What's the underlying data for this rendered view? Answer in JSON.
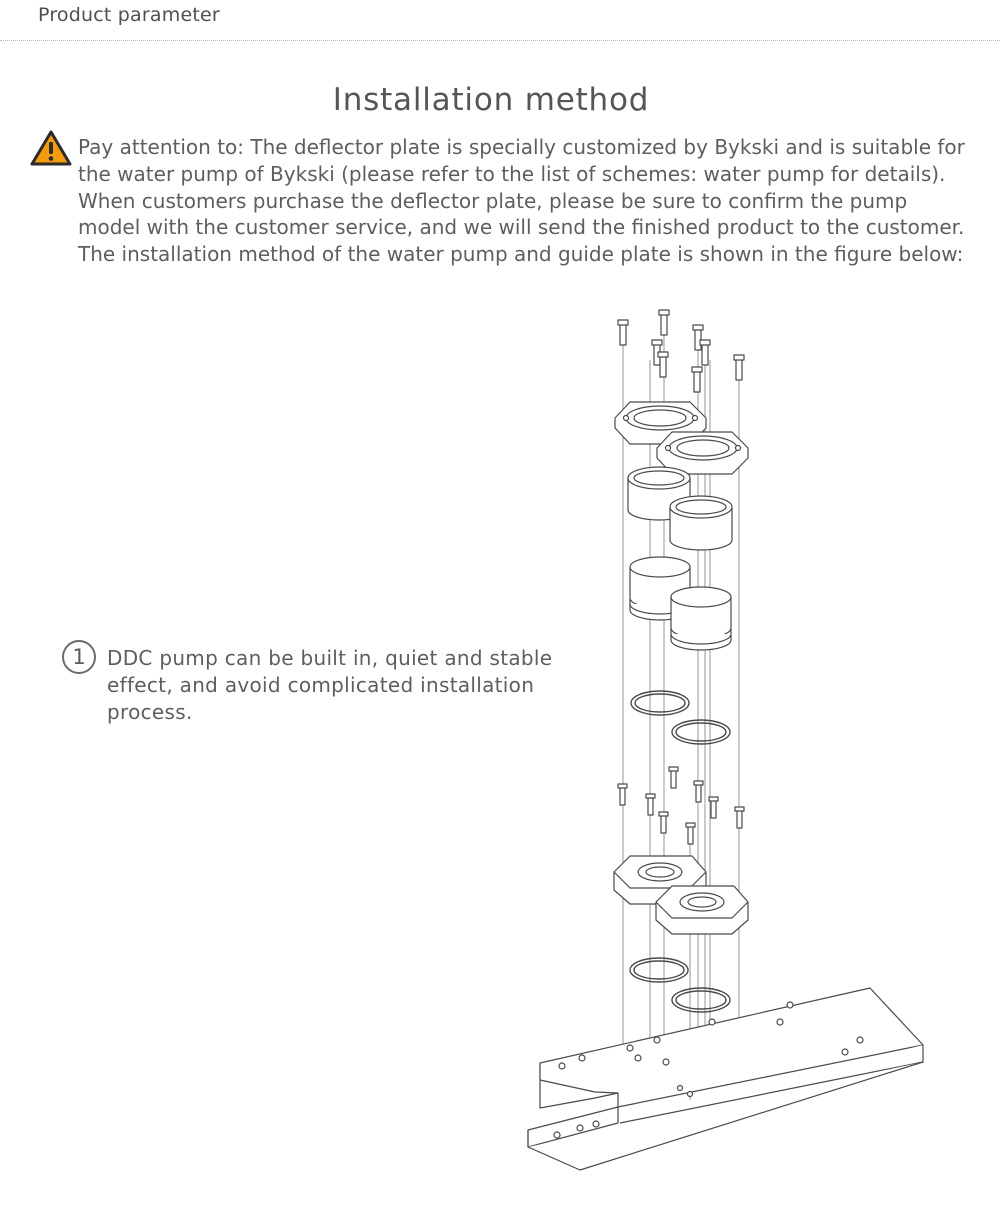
{
  "header": {
    "label": "Product parameter"
  },
  "section": {
    "title": "Installation method"
  },
  "notice": {
    "text": "Pay attention to:  The deflector plate is specially customized by Bykski and is suitable for the water pump of Bykski (please refer to the list of schemes: water pump for details). When customers purchase the deflector plate, please be sure to confirm the pump model with the customer service, and we will send the finished product to the customer. The installation method of the water pump and guide plate is shown in the figure below:",
    "icon": "warning-icon",
    "icon_color": "#f39c12"
  },
  "feature": {
    "number": "1",
    "text": "DDC pump can be built in, quiet and stable effect, and avoid complicated installation process."
  }
}
